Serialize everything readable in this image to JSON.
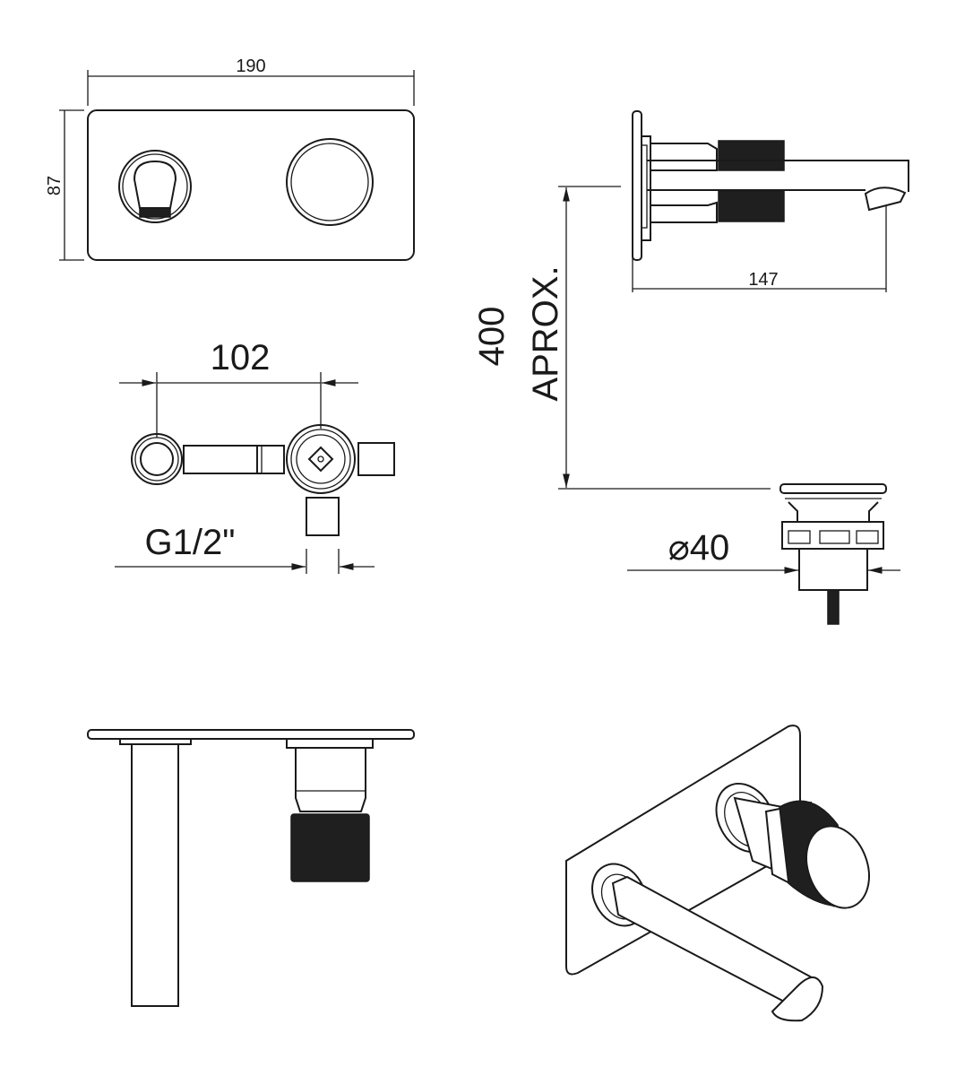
{
  "dimensions": {
    "plate_width": "190",
    "plate_height": "87",
    "inlet_spacing": "102",
    "thread": "G1/2\"",
    "spout_height": "400",
    "spout_height_note": "APROX.",
    "spout_reach": "147",
    "drain_diameter": "⌀40"
  },
  "colors": {
    "line": "#1a1a1a",
    "knurl": "#1f1f1f",
    "background": "#ffffff"
  }
}
